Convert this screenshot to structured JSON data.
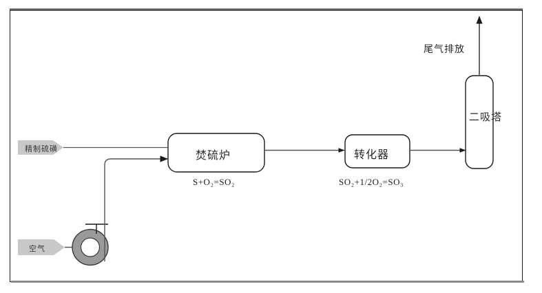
{
  "diagram": {
    "type": "process-flow",
    "title_text": "",
    "colors": {
      "frame": "#1a1a1a",
      "line": "#444444",
      "tag_fill": "#c8c8c8",
      "blower_fill": "#9a9a9a",
      "text": "#2b2b2b"
    },
    "inputs": [
      {
        "id": "sulfur",
        "label": "精制硫磺"
      },
      {
        "id": "air",
        "label": "空气"
      }
    ],
    "units": [
      {
        "id": "furnace",
        "label": "焚硫炉",
        "equation": "S+O₂=SO₂"
      },
      {
        "id": "converter",
        "label": "转化器",
        "equation": "SO₂+1/2O₂=SO₃"
      },
      {
        "id": "tower",
        "label": "二吸塔",
        "equation": ""
      }
    ],
    "outputs": [
      {
        "id": "tail-gas",
        "label": "尾气排放"
      }
    ],
    "equipment": [
      {
        "id": "blower",
        "label": ""
      }
    ]
  }
}
